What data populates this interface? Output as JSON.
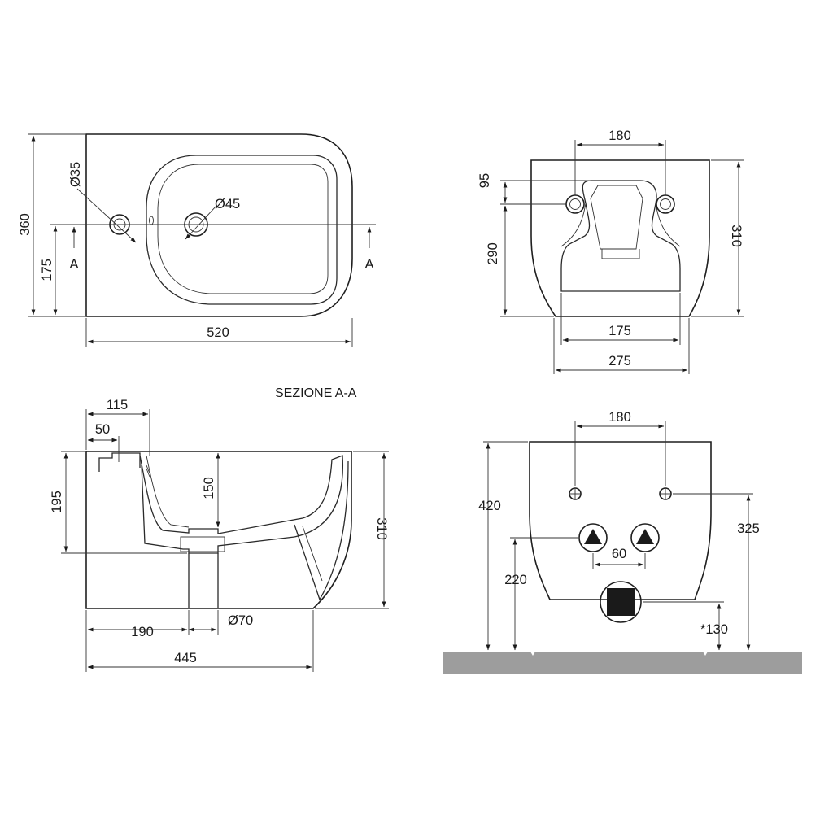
{
  "top_view": {
    "dim_diameter_hole": "Ø35",
    "dim_diameter_drain": "Ø45",
    "dim_depth": "360",
    "dim_axis_offset": "175",
    "dim_length": "520",
    "section_marker_left": "A",
    "section_marker_right": "A"
  },
  "rear_view": {
    "dim_fixing_spacing": "180",
    "dim_fixing_height": "95",
    "dim_outlet_height": "290",
    "dim_height": "310",
    "dim_outlet_width": "175",
    "dim_base_width": "275"
  },
  "section_view": {
    "title": "SEZIONE A-A",
    "dim_115": "115",
    "dim_50": "50",
    "dim_195": "195",
    "dim_150": "150",
    "dim_height": "310",
    "dim_190": "190",
    "dim_outlet": "Ø70",
    "dim_445": "445"
  },
  "installation_view": {
    "dim_fixing_spacing": "180",
    "dim_420": "420",
    "dim_325": "325",
    "dim_220": "220",
    "dim_60": "60",
    "dim_130": "*130"
  },
  "colors": {
    "line": "#1f1f1f",
    "floor": "#9d9d9d"
  }
}
